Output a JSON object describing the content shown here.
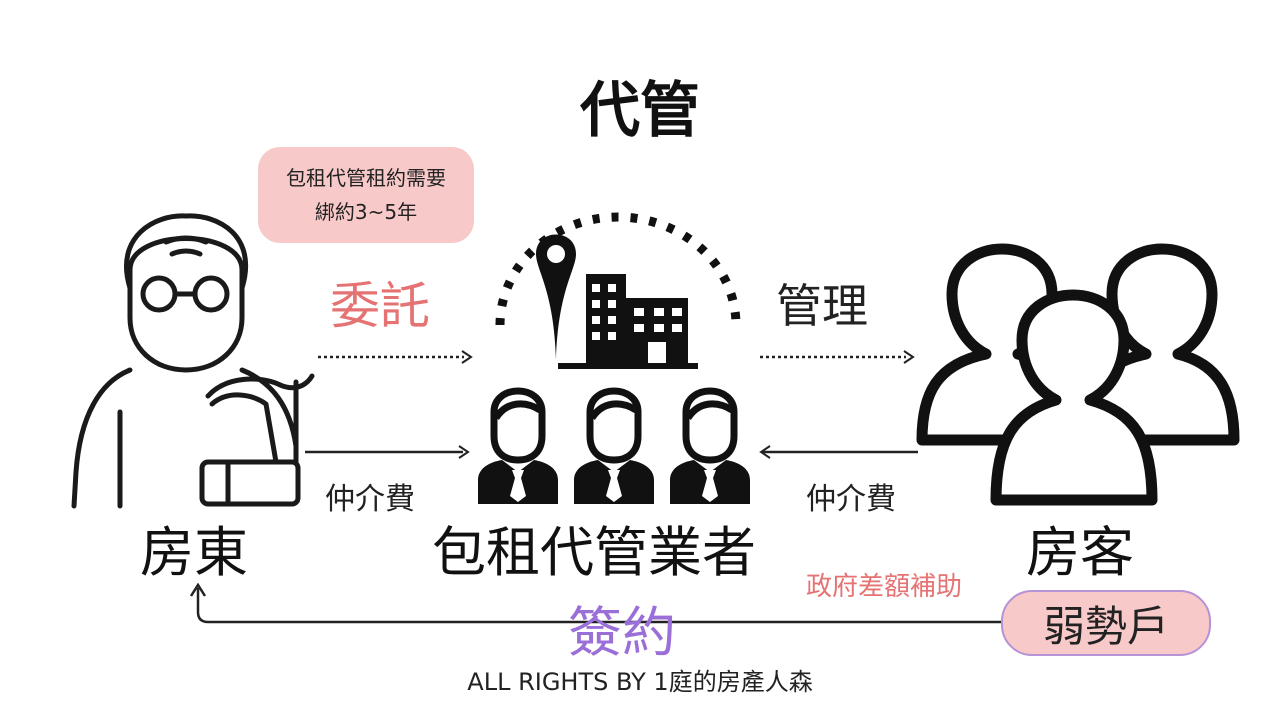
{
  "title": "代管",
  "note": "包租代管租約需要\n綁約3~5年",
  "labels": {
    "entrust": "委託",
    "manage": "管理",
    "fee_left": "仲介費",
    "fee_right": "仲介費",
    "landlord": "房東",
    "agent": "包租代管業者",
    "tenant": "房客",
    "subsidy": "政府差額補助",
    "contract": "簽約",
    "vulnerable": "弱勢戶"
  },
  "footer": "ALL RIGHTS BY 1庭的房產人森",
  "icons": [
    "old-man-icon",
    "building-pin-icon",
    "agent-group-icon",
    "tenant-group-icon"
  ],
  "colors": {
    "red_label": "#e57373",
    "purple_label": "#9b6fd8",
    "pink_box": "#f8c9c9"
  }
}
